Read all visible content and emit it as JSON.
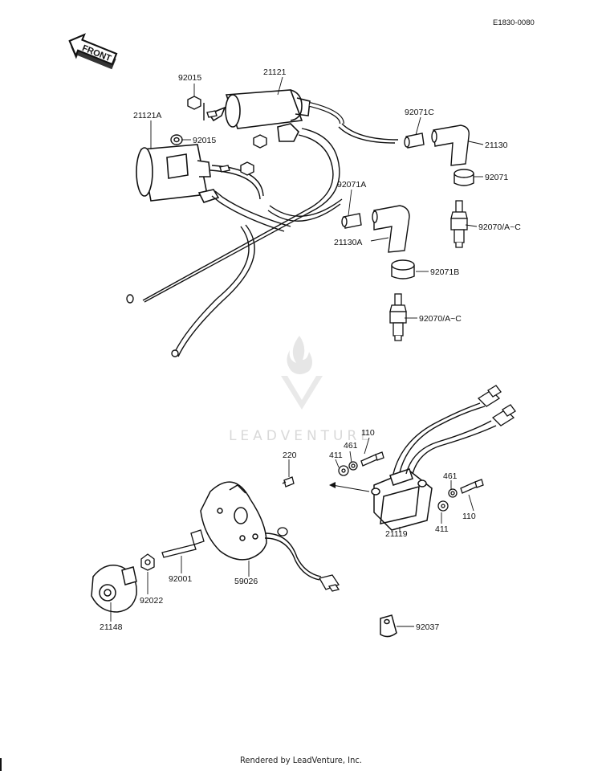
{
  "drawing_code": "E1830-0080",
  "front_arrow_label": "FRONT",
  "watermark_text": "LEADVENTURE",
  "footer_text": "Rendered by LeadVenture, Inc.",
  "parts": {
    "p92015_top": "92015",
    "p21121": "21121",
    "p21121A": "21121A",
    "p92015_mid": "92015",
    "p92071C": "92071C",
    "p21130": "21130",
    "p92071": "92071",
    "p92071A": "92071A",
    "p92070_right": "92070/A~C",
    "p21130A": "21130A",
    "p92071B": "92071B",
    "p92070_center": "92070/A~C",
    "p110_top": "110",
    "p461_top": "461",
    "p411_top": "411",
    "p220": "220",
    "p461_right": "461",
    "p110_right": "110",
    "p411_right": "411",
    "p21119": "21119",
    "p92001": "92001",
    "p59026": "59026",
    "p92022": "92022",
    "p21148": "21148",
    "p92037": "92037"
  }
}
